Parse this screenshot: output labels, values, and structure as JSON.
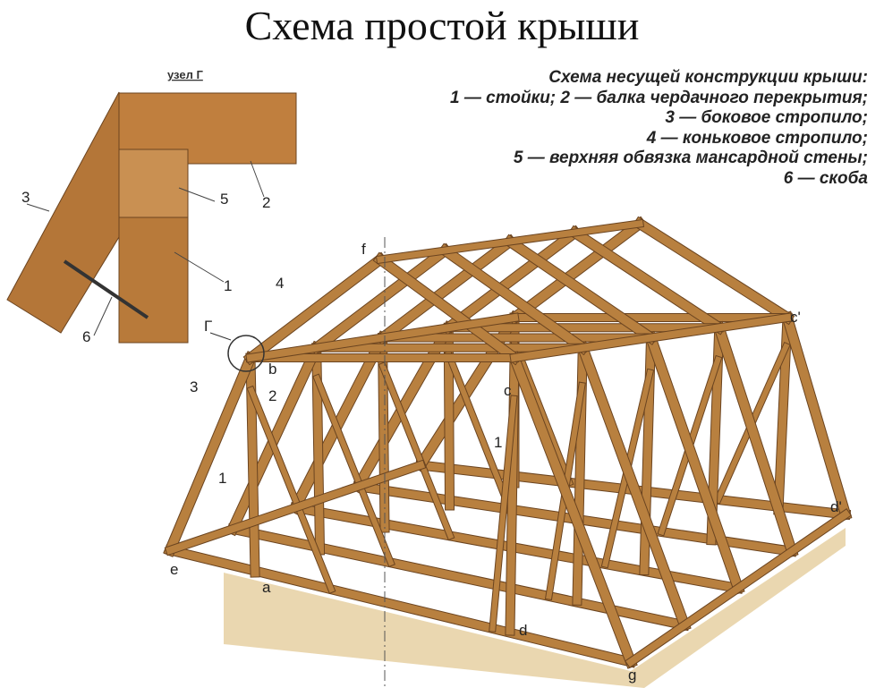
{
  "title": "Схема простой крыши",
  "legend": {
    "heading": "Схема несущей конструкции крыши:",
    "lines": [
      "1 — стойки; 2 — балка чердачного перекрытия;",
      "3 — боковое стропило;",
      "4 — коньковое стропило;",
      "5 — верхняя обвязка мансардной стены;",
      "6 — скоба"
    ]
  },
  "inset": {
    "title": "узел Г",
    "labels": [
      "1",
      "2",
      "3",
      "5",
      "6"
    ]
  },
  "frame_labels": {
    "node": "Г",
    "n1a": "1",
    "n1b": "1",
    "n2": "2",
    "n3": "3",
    "n4": "4",
    "a": "a",
    "b": "b",
    "c": "c",
    "c2": "c'",
    "d": "d",
    "d2": "d'",
    "e": "e",
    "f": "f",
    "g": "g"
  },
  "colors": {
    "wood": "#b8803f",
    "wood_dark": "#6b4420",
    "foundation": "#ead7b0"
  }
}
